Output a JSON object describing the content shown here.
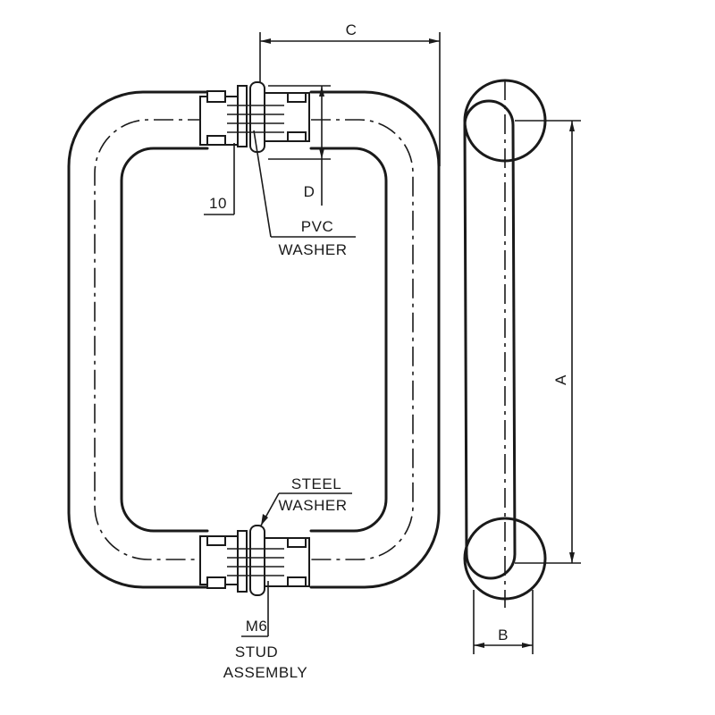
{
  "dimensions": {
    "A": "A",
    "B": "B",
    "C": "C",
    "D": "D",
    "ten": "10"
  },
  "callouts": {
    "pvc_line1": "PVC",
    "pvc_line2": "WASHER",
    "steel_line1": "STEEL",
    "steel_line2": "WASHER",
    "stud_line1": "M6",
    "stud_line2": "STUD",
    "stud_line3": "ASSEMBLY"
  }
}
